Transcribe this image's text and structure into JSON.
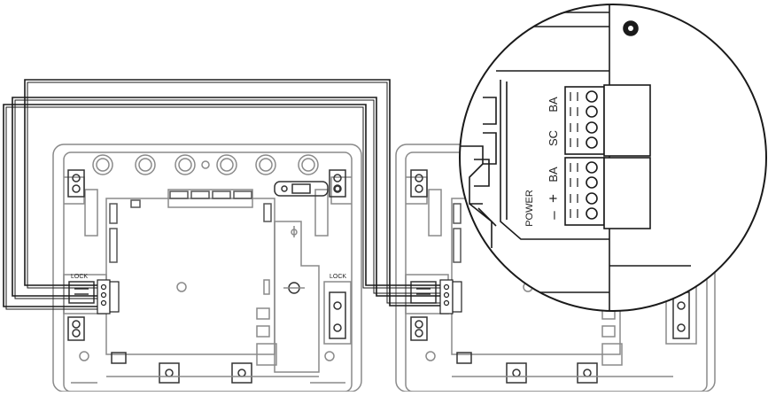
{
  "labels": {
    "lock_left": "LOCK",
    "lock_center": "LOCK",
    "terminal_ba_top": "BA",
    "terminal_sc": "SC",
    "terminal_ba_bottom": "BA",
    "power": "POWER",
    "minus": "–",
    "plus": "+"
  },
  "colors": {
    "line": "#1a1a1a",
    "device_outline": "#8a8a8a",
    "background": "#ffffff"
  },
  "icons": {
    "lock": "lock-icon",
    "screw": "screw-icon"
  }
}
